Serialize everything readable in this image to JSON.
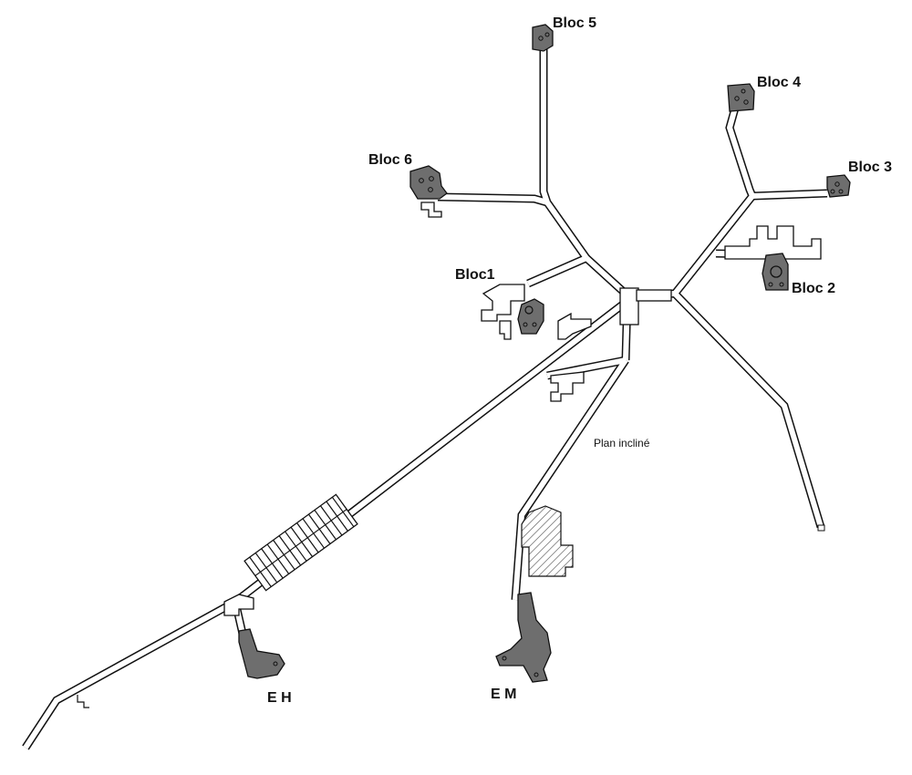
{
  "labels": {
    "bloc1": "Bloc1",
    "bloc2": "Bloc 2",
    "bloc3": "Bloc 3",
    "bloc4": "Bloc 4",
    "bloc5": "Bloc 5",
    "bloc6": "Bloc 6",
    "eh": "E H",
    "em": "E M",
    "plan_incline": "Plan incliné"
  },
  "colors": {
    "block_fill": "#6e6e6e",
    "gallery_outline": "#111111",
    "background": "#ffffff"
  }
}
